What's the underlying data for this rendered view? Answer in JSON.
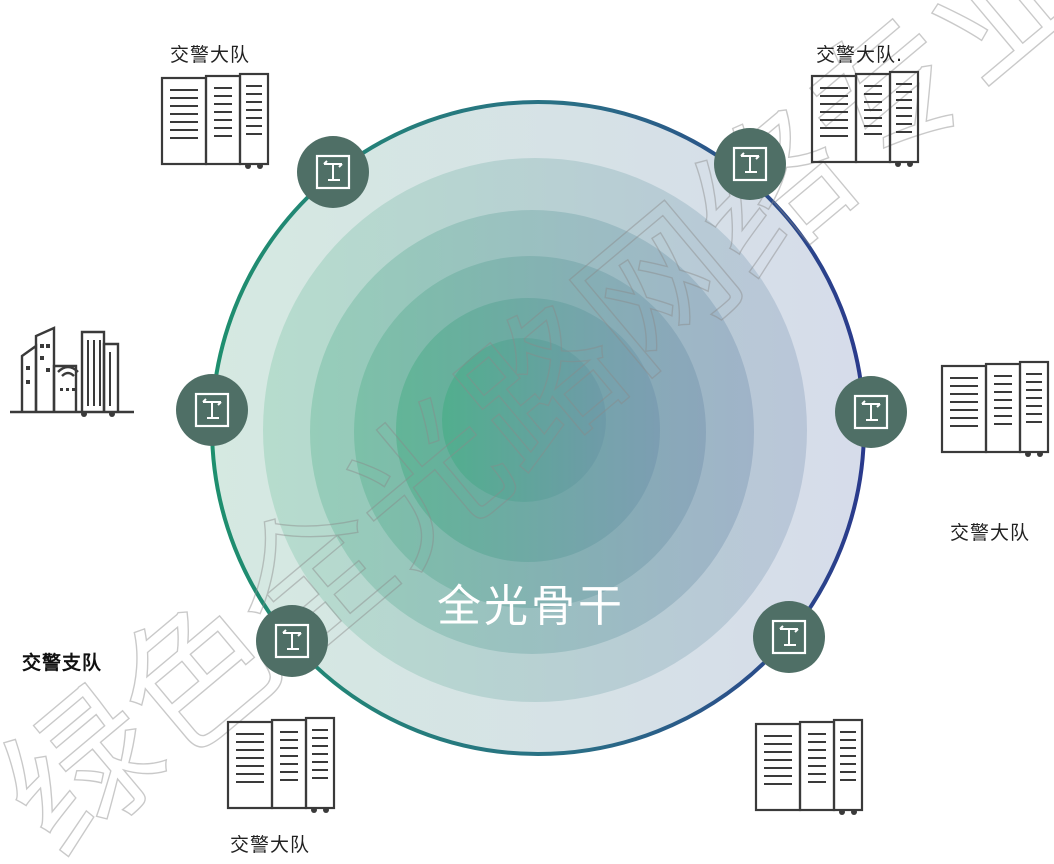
{
  "diagram": {
    "center_label": "全光骨干",
    "watermark_text": "绿色全光路网络专业发",
    "colors": {
      "ring_left": "#1e8f6e",
      "ring_right": "#2a3a8c",
      "node_fill": "#4f6f66",
      "building_stroke": "#3a3a3a"
    },
    "sites": [
      {
        "id": "top-left",
        "label": "交警大队",
        "icon": "server-rack-icon"
      },
      {
        "id": "top-right",
        "label": "交警大队.",
        "icon": "server-rack-icon"
      },
      {
        "id": "right",
        "label": "交警大队",
        "icon": "server-rack-icon"
      },
      {
        "id": "bottom-left",
        "label": "交警大队",
        "icon": "server-rack-icon"
      },
      {
        "id": "bottom-right",
        "label": "",
        "icon": "server-rack-icon"
      },
      {
        "id": "left",
        "label": "交警支队",
        "icon": "city-building-icon"
      }
    ],
    "nodes": [
      {
        "id": "node-top-left",
        "icon": "optical-switch-icon"
      },
      {
        "id": "node-top-right",
        "icon": "optical-switch-icon"
      },
      {
        "id": "node-left",
        "icon": "optical-switch-icon"
      },
      {
        "id": "node-right",
        "icon": "optical-switch-icon"
      },
      {
        "id": "node-bottom-left",
        "icon": "optical-switch-icon"
      },
      {
        "id": "node-bottom-right",
        "icon": "optical-switch-icon"
      }
    ]
  }
}
